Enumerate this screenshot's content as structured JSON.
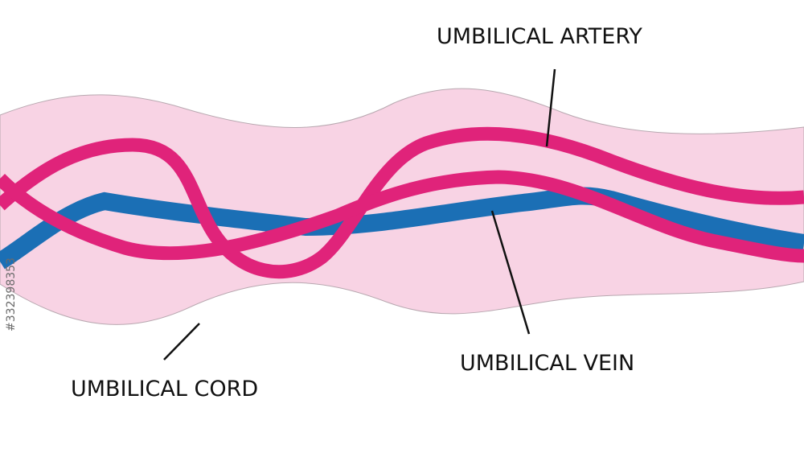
{
  "labels": {
    "umbilical_artery": "UMBILICAL ARTERY",
    "umbilical_vein": "UMBILICAL VEIN",
    "umbilical_cord": "UMBILICAL CORD"
  },
  "watermark": {
    "id": "#332398353"
  },
  "colors": {
    "background": "#ffffff",
    "cord_fill": "#f8d3e4",
    "cord_outline": "#b8a8b0",
    "artery": "#e0237a",
    "vein": "#1b6fb5",
    "leader_line": "#111111"
  }
}
